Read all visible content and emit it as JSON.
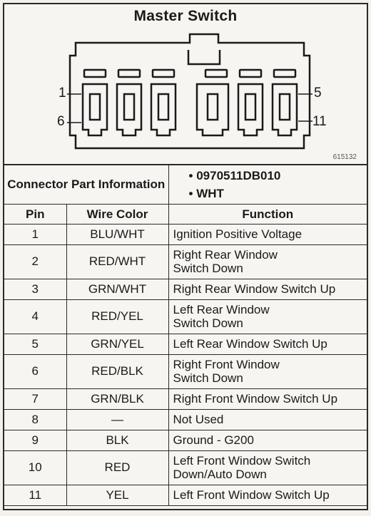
{
  "title": "Master Switch",
  "figure_number": "615132",
  "pin_labels": {
    "top_left": "1",
    "bottom_left": "6",
    "top_right": "5",
    "bottom_right": "11"
  },
  "connector": {
    "header": "Connector Part Information",
    "part_numbers": [
      "0970511DB010",
      "WHT"
    ]
  },
  "table": {
    "headers": {
      "pin": "Pin",
      "wire": "Wire Color",
      "function": "Function"
    },
    "rows": [
      {
        "pin": "1",
        "wire": "BLU/WHT",
        "function": "Ignition Positive Voltage"
      },
      {
        "pin": "2",
        "wire": "RED/WHT",
        "function": "Right Rear Window Switch Down"
      },
      {
        "pin": "3",
        "wire": "GRN/WHT",
        "function": "Right Rear Window Switch Up"
      },
      {
        "pin": "4",
        "wire": "RED/YEL",
        "function": "Left Rear Window Switch Down"
      },
      {
        "pin": "5",
        "wire": "GRN/YEL",
        "function": "Left Rear Window Switch Up"
      },
      {
        "pin": "6",
        "wire": "RED/BLK",
        "function": "Right Front Window Switch Down"
      },
      {
        "pin": "7",
        "wire": "GRN/BLK",
        "function": "Right Front Window Switch Up"
      },
      {
        "pin": "8",
        "wire": "—",
        "function": "Not Used"
      },
      {
        "pin": "9",
        "wire": "BLK",
        "function": "Ground - G200"
      },
      {
        "pin": "10",
        "wire": "RED",
        "function": "Left Front Window Switch Down/Auto Down"
      },
      {
        "pin": "11",
        "wire": "YEL",
        "function": "Left Front Window Switch Up"
      }
    ]
  }
}
